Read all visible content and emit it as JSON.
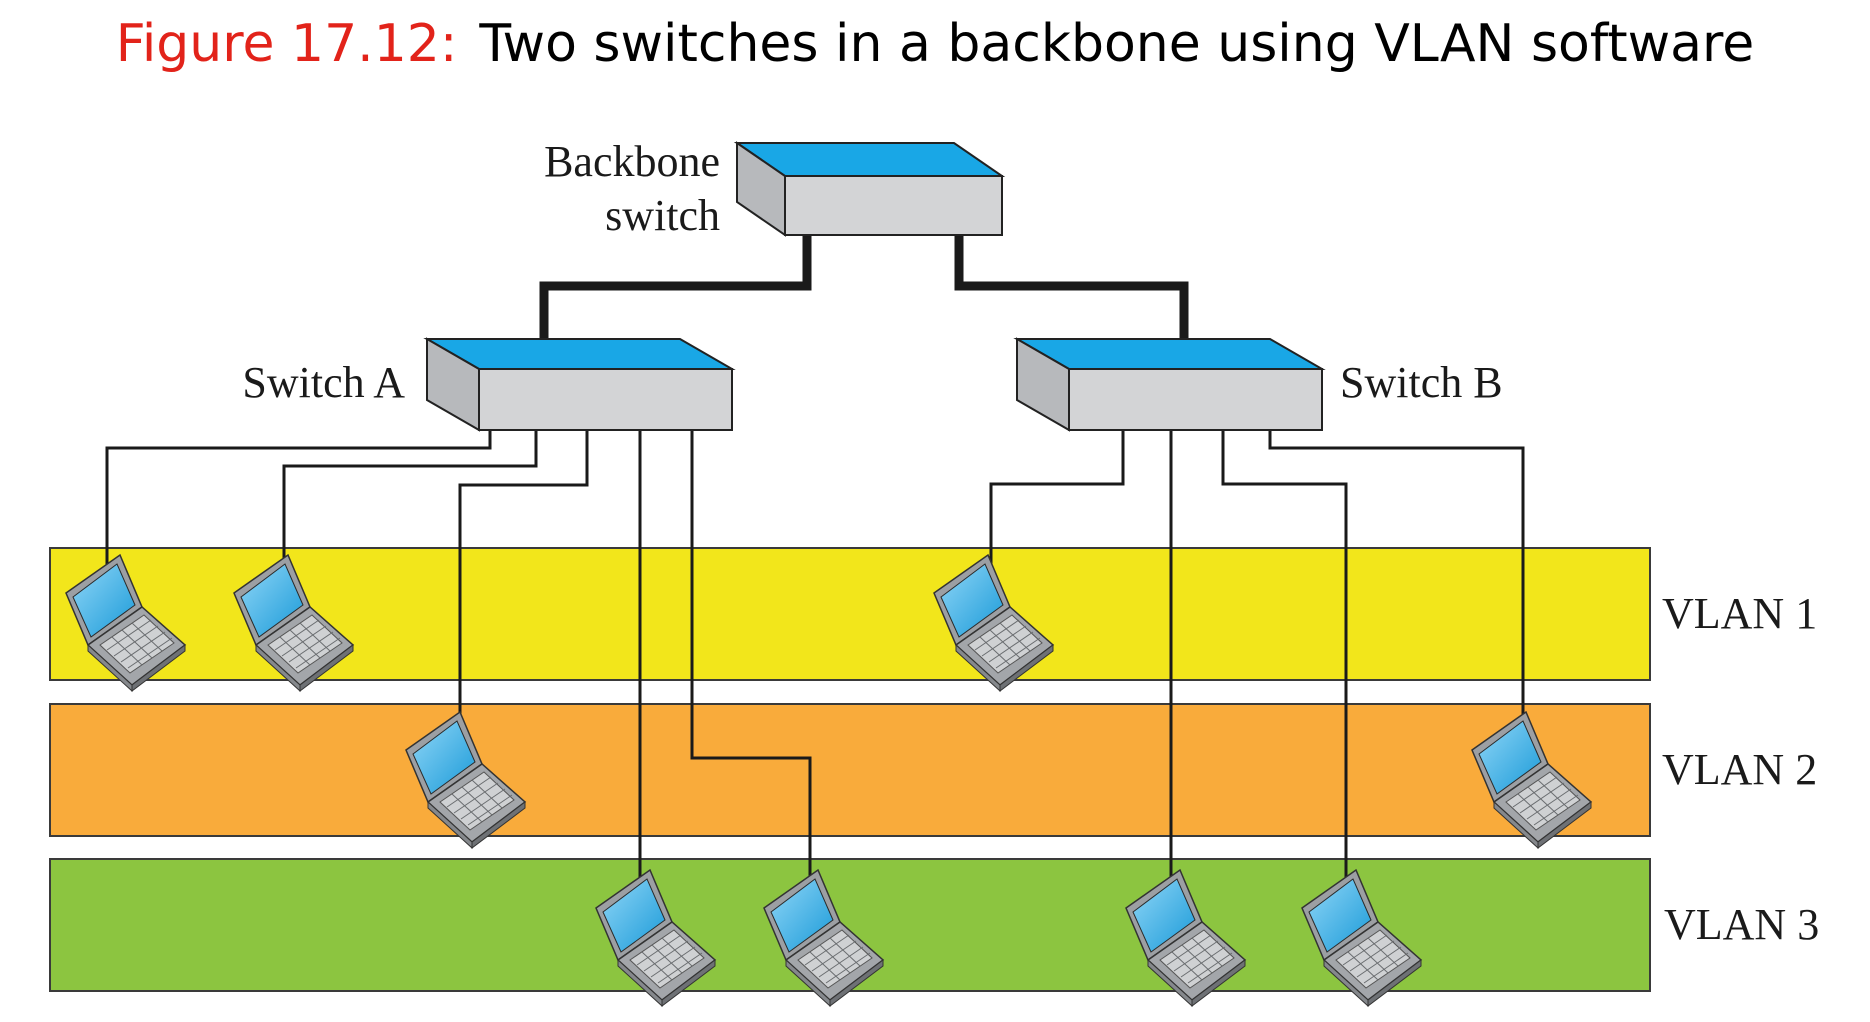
{
  "figure": {
    "label": "Figure 17.12:",
    "title": "Two switches in a backbone using VLAN software"
  },
  "switches": {
    "backbone": {
      "label_line1": "Backbone",
      "label_line2": "switch"
    },
    "switch_a": {
      "label": "Switch A"
    },
    "switch_b": {
      "label": "Switch B"
    }
  },
  "vlans": [
    {
      "label": "VLAN 1",
      "color": "#f2e61b"
    },
    {
      "label": "VLAN 2",
      "color": "#f9ab3b"
    },
    {
      "label": "VLAN 3",
      "color": "#8cc540"
    }
  ],
  "colors": {
    "switch_top": "#19a7e6",
    "switch_body": "#d3d4d6",
    "title_label": "#e2231a"
  },
  "icons": [
    "laptop-icon",
    "switch-icon"
  ]
}
